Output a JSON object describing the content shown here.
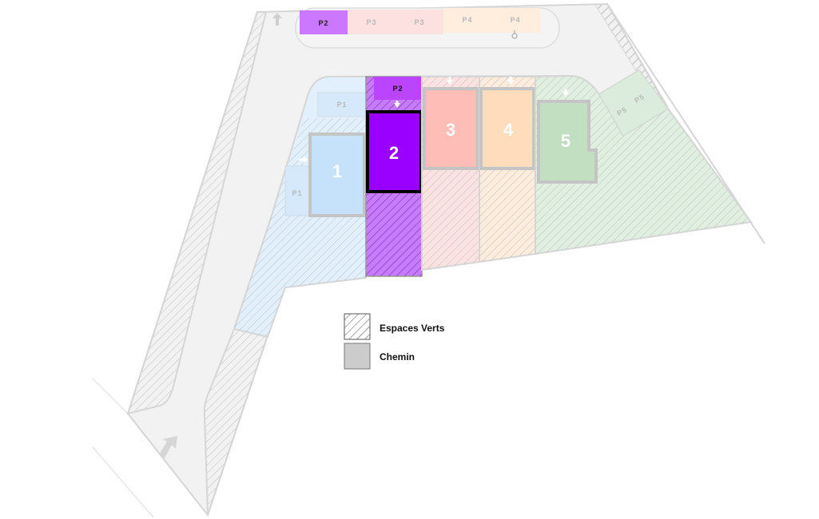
{
  "lots": [
    {
      "number": "1",
      "color": "#c6e2fa",
      "area_color": "#e2f0fd"
    },
    {
      "number": "2",
      "color": "#9900ff",
      "area_color": "#c77bff"
    },
    {
      "number": "3",
      "color": "#ffbdb8",
      "area_color": "#fde2e2"
    },
    {
      "number": "4",
      "color": "#ffdcbc",
      "area_color": "#feecdd"
    },
    {
      "number": "5",
      "color": "#c2dfc2",
      "area_color": "#e0efe0"
    }
  ],
  "parking": {
    "top_strip": [
      "P2",
      "P3",
      "P3",
      "P4",
      "P4"
    ],
    "lot1": [
      "P1",
      "P1"
    ],
    "lot2": [
      "P2"
    ],
    "lot5": [
      "P5",
      "P5"
    ]
  },
  "legend": {
    "green_spaces": "Espaces Verts",
    "path": "Chemin"
  },
  "colors": {
    "road": "#f2f2f2",
    "border": "#d6d6d6",
    "building_border": "#c4c4c4",
    "selected_border": "#000000"
  }
}
